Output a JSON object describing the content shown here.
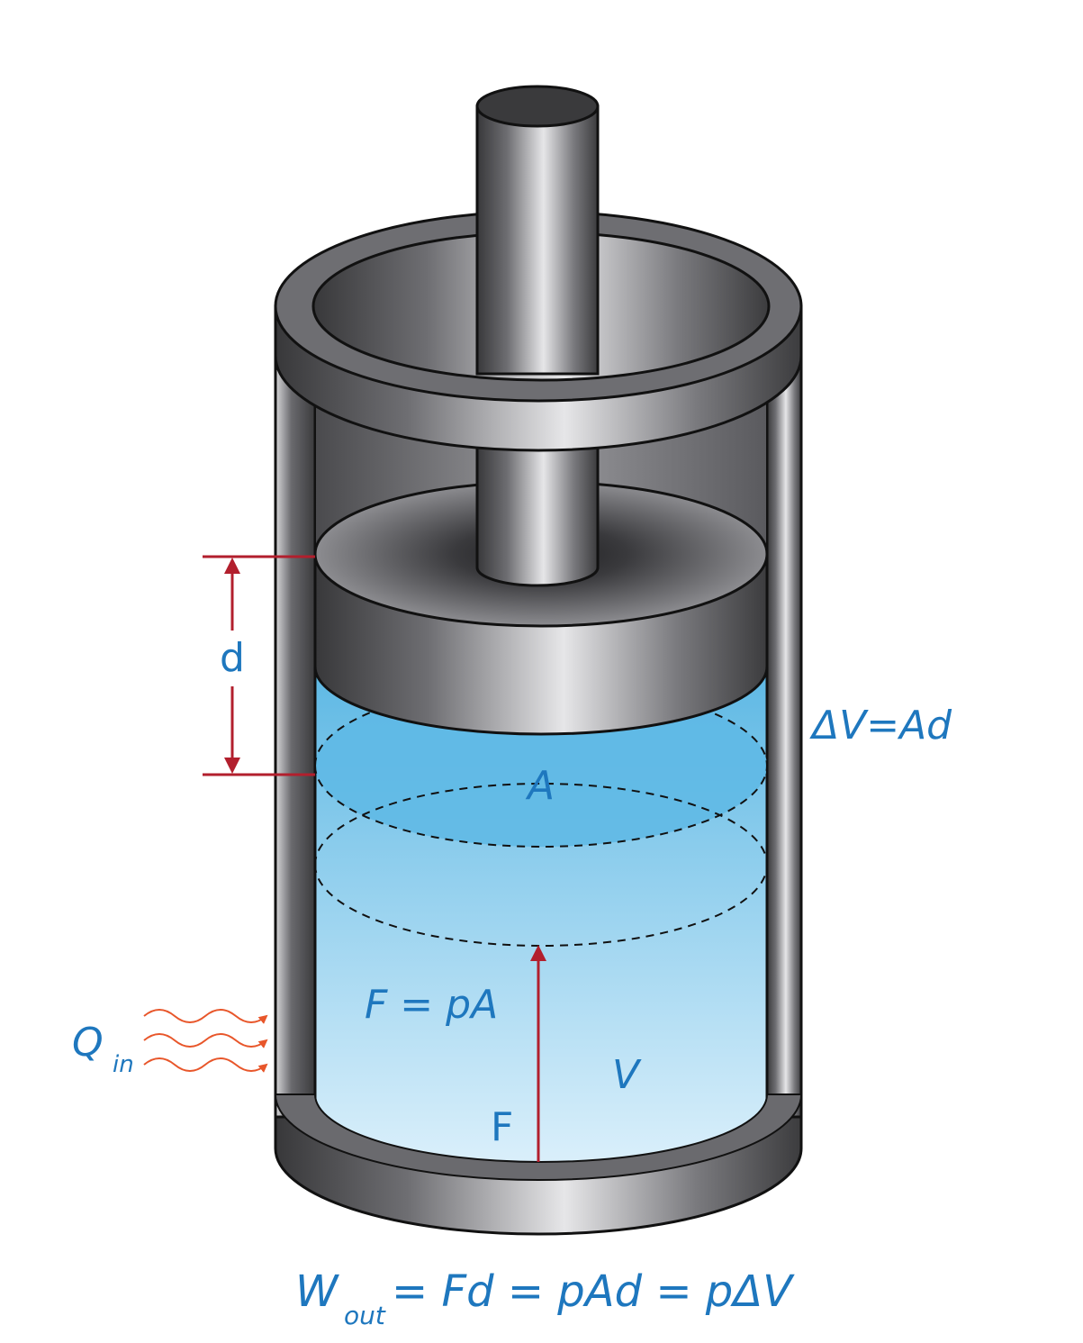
{
  "labels": {
    "d": "d",
    "delta_v": "ΔV=Ad",
    "area": "A",
    "force_eq": "F = pA",
    "volume": "V",
    "force": "F",
    "q": "Q",
    "q_sub": "in",
    "w": "W",
    "w_sub": "out",
    "work_eq": "= Fd = pAd = pΔV"
  },
  "colors": {
    "label_blue": "#1e77be",
    "arrow_red": "#b21f2d",
    "heat_orange": "#e8562a",
    "metal_dark": "#3a3a3c",
    "metal_light": "#e4e4e6",
    "gas_top": "#5db8e4",
    "gas_bottom": "#dcf0fb"
  }
}
